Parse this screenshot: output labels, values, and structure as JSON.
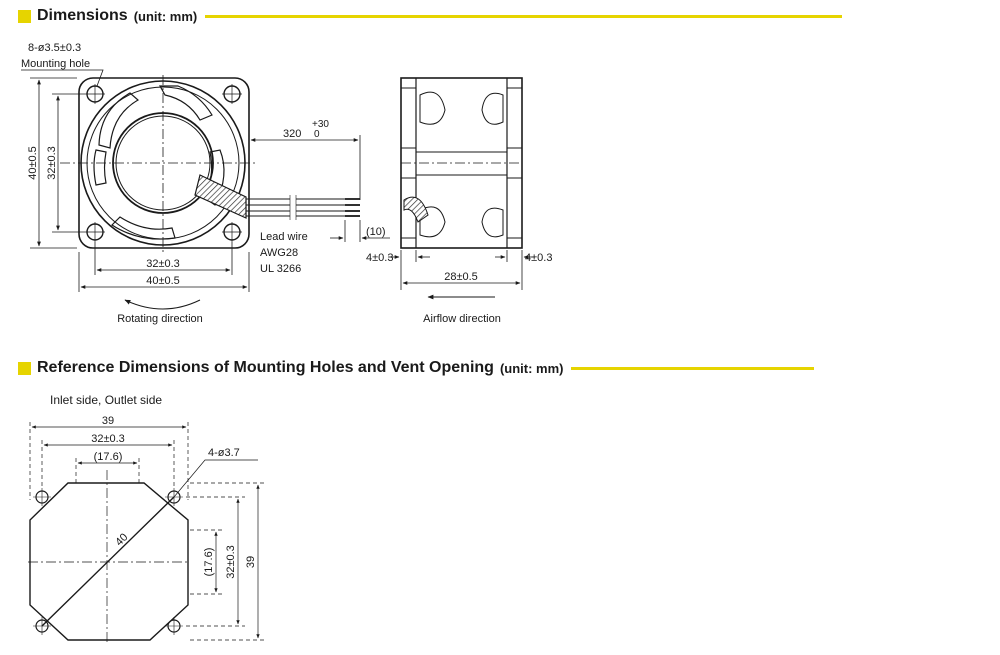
{
  "colors": {
    "accent": "#e6d400",
    "ink": "#1a1a1a"
  },
  "section1": {
    "title": "Dimensions",
    "unit": "(unit: mm)"
  },
  "section2": {
    "title": "Reference Dimensions of Mounting Holes and Vent Opening",
    "unit": "(unit: mm)"
  },
  "front_view": {
    "hole_label": "8-ø3.5±0.3",
    "hole_caption": "Mounting hole",
    "dim_height_outer": "40±0.5",
    "dim_height_inner": "32±0.3",
    "dim_width_inner": "32±0.3",
    "dim_width_outer": "40±0.5",
    "rotation_caption": "Rotating direction"
  },
  "lead_wire": {
    "length": "320",
    "tol_plus": "+30",
    "tol_minus": "0",
    "strip": "(10)",
    "label_1": "Lead wire",
    "label_2": "AWG28",
    "label_3": "UL 3266"
  },
  "side_view": {
    "dim_left": "4±0.3",
    "dim_right": "4±0.3",
    "dim_depth": "28±0.5",
    "airflow_caption": "Airflow direction"
  },
  "reference_view": {
    "caption": "Inlet side, Outlet side",
    "dim_top_outer": "39",
    "dim_top_inner": "32±0.3",
    "dim_top_vent": "(17.6)",
    "hole_label": "4-ø3.7",
    "dim_diag": "40",
    "dim_right_vent": "(17.6)",
    "dim_right_inner": "32±0.3",
    "dim_right_outer": "39"
  }
}
